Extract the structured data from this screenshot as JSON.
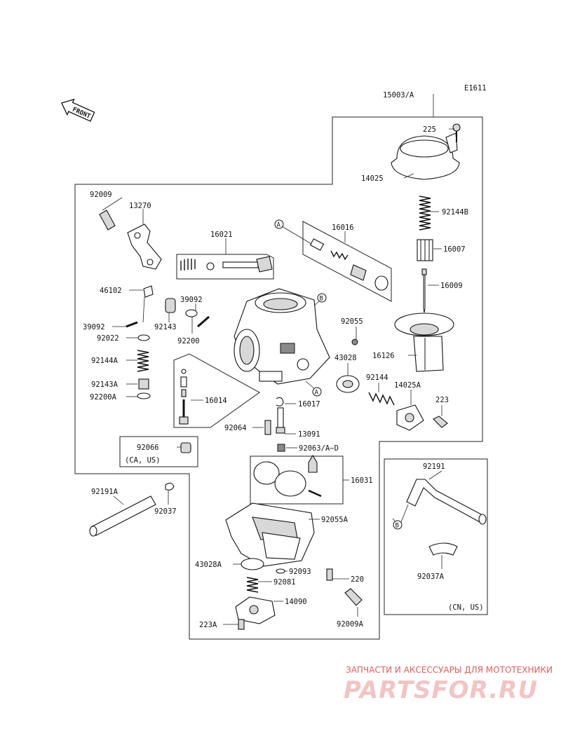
{
  "diagram_code": "E1611",
  "front_label": "FRONT",
  "markers": {
    "a": "A",
    "b": "B"
  },
  "region_notes": {
    "ca_us": "(CA, US)",
    "cn_us": "(CN, US)"
  },
  "watermark": {
    "tagline": "ЗАПЧАСТИ И АКСЕССУАРЫ ДЛЯ МОТОТЕХНИКИ",
    "brand": "PARTSFOR.RU",
    "color": "#e35b5b"
  },
  "part_labels": {
    "p15003a": "15003/A",
    "p225": "225",
    "p14025": "14025",
    "p92144b": "92144B",
    "p16007": "16007",
    "p16009": "16009",
    "p16126": "16126",
    "p92009": "92009",
    "p13270": "13270",
    "p16021": "16021",
    "p16016": "16016",
    "p46102": "46102",
    "p39092a": "39092",
    "p39092b": "39092",
    "p92143": "92143",
    "p92200": "92200",
    "p92022": "92022",
    "p92055": "92055",
    "p43028": "43028",
    "p92144": "92144",
    "p14025a": "14025A",
    "p223": "223",
    "p92144a": "92144A",
    "p92143a": "92143A",
    "p92200a": "92200A",
    "p16014": "16014",
    "p16017": "16017",
    "p92064": "92064",
    "p13091": "13091",
    "p92066": "92066",
    "p92063": "92063/A~D",
    "p16031": "16031",
    "p92191a": "92191A",
    "p92037": "92037",
    "p92055a": "92055A",
    "p43028a": "43028A",
    "p92093": "92093",
    "p92081": "92081",
    "p220": "220",
    "p14090": "14090",
    "p223a": "223A",
    "p92009a": "92009A",
    "p92191": "92191",
    "p92037a": "92037A"
  }
}
